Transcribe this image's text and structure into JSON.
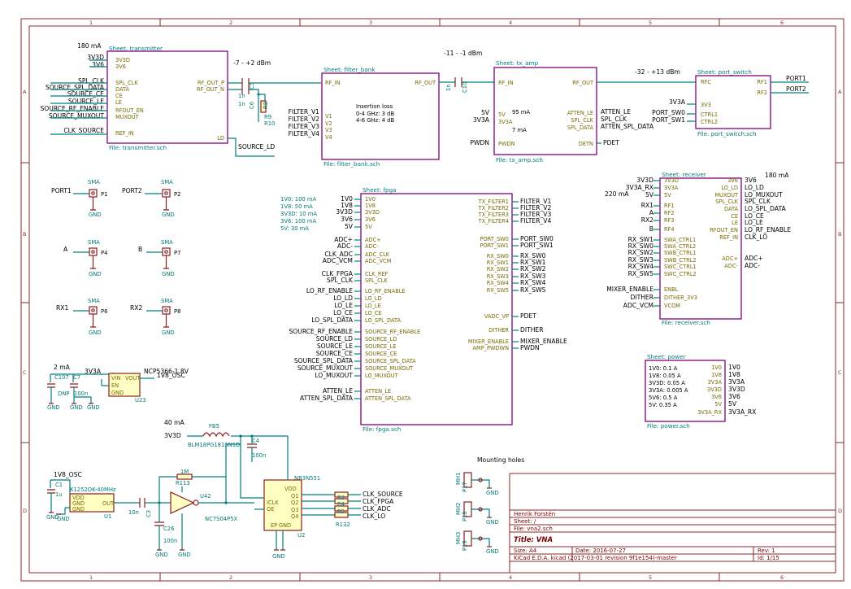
{
  "sheets": {
    "transmitter": {
      "title": "Sheet: transmitter",
      "file": "File: transmitter.sch",
      "current": "180 mA",
      "pins": [
        "3V3D",
        "3V6",
        "SPL_CLK",
        "DATA",
        "CE",
        "LE",
        "RFOUT_EN",
        "MUXOUT",
        "REF_IN",
        "RF_OUT_P",
        "RF_OUT_N",
        "LD"
      ],
      "nets": [
        "3V3D",
        "3V6",
        "SPL_CLK",
        "SOURCE_SPL_DATA",
        "SOURCE_CE",
        "SOURCE_LE",
        "SOURCE_RF_ENABLE",
        "SOURCE_MUXOUT",
        "CLK_SOURCE"
      ],
      "ld_net": "SOURCE_LD",
      "power_label": "-7 - +2 dBm"
    },
    "filter_bank": {
      "title": "Sheet: filter_bank",
      "file": "File: filter_bank.sch",
      "pins": [
        "RF_IN",
        "RF_OUT",
        "V1",
        "V2",
        "V3",
        "V4"
      ],
      "nets": [
        "FILTER_V1",
        "FILTER_V2",
        "FILTER_V3",
        "FILTER_V4"
      ],
      "loss_title": "Insertion loss",
      "loss1": "0-4 GHz: 3 dB",
      "loss2": "4-6 GHz: 4 dB"
    },
    "tx_amp": {
      "title": "Sheet: tx_amp",
      "file": "File: tx_amp.sch",
      "power_label": "-11 - -1 dBm",
      "pins": [
        "RF_IN",
        "RF_OUT",
        "5V",
        "3V3A",
        "ATTEN_LE",
        "SPL_CLK",
        "SPL_DATA",
        "PWDN",
        "DETN"
      ],
      "nets": [
        "5V",
        "3V3A",
        "ATTEN_LE",
        "SPL_CLK",
        "ATTEN_SPL_DATA",
        "PWDN",
        "PDET"
      ],
      "cur1": "95 mA",
      "cur2": "7 mA"
    },
    "port_switch": {
      "title": "Sheet: port_switch",
      "file": "File: port_switch.sch",
      "power_label": "-32 - +13 dBm",
      "pins": [
        "RFC",
        "RF1",
        "RF2",
        "3V3",
        "CTRL1",
        "CTRL2"
      ],
      "nets": [
        "PORT1",
        "PORT2",
        "3V3A",
        "PORT_SW0",
        "PORT_SW1"
      ]
    },
    "receiver": {
      "title": "Sheet: receiver",
      "file": "File: receiver.sch",
      "cur1": "180 mA",
      "cur2": "220 mA",
      "left_pins": [
        "3V3D",
        "3V3A",
        "5V",
        "RF1",
        "RF2",
        "RF3",
        "RF4",
        "SWA_CTRL1",
        "SWA_CTRL2",
        "SWB_CTRL1",
        "SWB_CTRL2",
        "SWC_CTRL1",
        "SWC_CTRL2",
        "ENBL",
        "DITHER_3V3",
        "VCOM"
      ],
      "left_nets": [
        "3V3D",
        "3V3A_RX",
        "5V",
        "RX1",
        "A",
        "RX2",
        "B",
        "RX_SW1",
        "RX_SW0",
        "RX_SW2",
        "RX_SW3",
        "RX_SW4",
        "RX_SW5",
        "MIXER_ENABLE",
        "DITHER",
        "ADC_VCM"
      ],
      "right_pins": [
        "3V6",
        "LO_LD",
        "MUXOUT",
        "SPL_CLK",
        "DATA",
        "CE",
        "LE",
        "RFOUT_EN",
        "REF_IN",
        "ADC+",
        "ADC-"
      ],
      "right_nets": [
        "3V6",
        "LO_LD",
        "LO_MUXOUT",
        "SPL_CLK",
        "LO_SPL_DATA",
        "LO_CE",
        "LO_LE",
        "LO_RF_ENABLE",
        "CLK_LO",
        "ADC+",
        "ADC-"
      ]
    },
    "fpga": {
      "title": "Sheet: fpga",
      "file": "File: fpga.sch",
      "currents": [
        "1V0: 100 mA",
        "1V8: 50 mA",
        "3V3D: 10 mA",
        "3V6: 100 mA",
        "5V: 30 mA"
      ],
      "left_pins": [
        "1V0",
        "1V8",
        "3V3D",
        "3V6",
        "5V",
        "ADC+",
        "ADC-",
        "ADC_CLK",
        "ADC_VCM",
        "CLK_REF",
        "SPL_CLK",
        "LO_RF_ENABLE",
        "LO_LD",
        "LO_LE",
        "LO_CE",
        "LO_SPL_DATA",
        "SOURCE_RF_ENABLE",
        "SOURCE_LD",
        "SOURCE_LE",
        "SOURCE_CE",
        "SOURCE_SPL_DATA",
        "SOURCE_MUXOUT",
        "LO_MUXOUT",
        "ATTEN_LE",
        "ATTEN_SPL_DATA"
      ],
      "left_nets": [
        "1V0",
        "1V8",
        "3V3D",
        "3V6",
        "5V",
        "ADC+",
        "ADC-",
        "CLK_ADC",
        "ADC_VCM",
        "CLK_FPGA",
        "SPL_CLK",
        "LO_RF_ENABLE",
        "LO_LD",
        "LO_LE",
        "LO_CE",
        "LO_SPL_DATA",
        "SOURCE_RF_ENABLE",
        "SOURCE_LD",
        "SOURCE_LE",
        "SOURCE_CE",
        "SOURCE_SPL_DATA",
        "SOURCE_MUXOUT",
        "LO_MUXOUT",
        "ATTEN_LE",
        "ATTEN_SPL_DATA"
      ],
      "right_pins": [
        "TX_FILTER1",
        "TX_FILTER2",
        "TX_FILTER3",
        "TX_FILTER4",
        "PORT_SW0",
        "PORT_SW1",
        "RX_SW0",
        "RX_SW1",
        "RX_SW2",
        "RX_SW3",
        "RX_SW4",
        "RX_SW5",
        "VADC_VP",
        "DITHER",
        "MIXER_ENABLE",
        "AMP_PWDWN"
      ],
      "right_nets": [
        "FILTER_V1",
        "FILTER_V2",
        "FILTER_V3",
        "FILTER_V4",
        "PORT_SW0",
        "PORT_SW1",
        "RX_SW0",
        "RX_SW1",
        "RX_SW2",
        "RX_SW3",
        "RX_SW4",
        "RX_SW5",
        "PDET",
        "DITHER",
        "MIXER_ENABLE",
        "PWDN"
      ]
    },
    "power": {
      "title": "Sheet: power",
      "file": "File: power.sch",
      "rails": [
        "1V0: 0.1 A",
        "1V8: 0.05 A",
        "3V3D: 0.05 A",
        "3V3A: 0.005 A",
        "5V6: 0.5 A",
        "5V: 0.35 A"
      ],
      "pins": [
        "1V0",
        "1V8",
        "3V3A",
        "3V3D",
        "3V6",
        "5V",
        "3V3A_RX"
      ],
      "nets": [
        "1V0",
        "1V8",
        "3V3A",
        "3V3D",
        "3V6",
        "5V",
        "3V3A_RX"
      ]
    }
  },
  "connectors": [
    {
      "ref": "P1",
      "value": "SMA",
      "net": "PORT1"
    },
    {
      "ref": "P2",
      "value": "SMA",
      "net": "PORT2"
    },
    {
      "ref": "P4",
      "value": "SMA",
      "net": "A"
    },
    {
      "ref": "P7",
      "value": "SMA",
      "net": "B"
    },
    {
      "ref": "P6",
      "value": "SMA",
      "net": "RX1"
    },
    {
      "ref": "P8",
      "value": "SMA",
      "net": "RX2"
    }
  ],
  "gnd": "GND",
  "regulator": {
    "ref": "U23",
    "value": "NCP5366-1.8V",
    "cur": "2 mA",
    "in": "3V3A",
    "out": "1V8_OSC",
    "pins": [
      "VIN",
      "VOUT",
      "EN",
      "GND"
    ],
    "caps": [
      "C107",
      "C7"
    ],
    "capvals": [
      "DNP",
      "100n"
    ]
  },
  "ferrite": {
    "ref": "FB5",
    "value": "BLM18PG181SN1D",
    "net": "3V3D",
    "cur": "40 mA",
    "cap": "C4",
    "capval": "100n"
  },
  "oscillator": {
    "ref": "U1",
    "value": "K1252OK-40MHz",
    "net": "1V8_OSC",
    "cap": "C1",
    "capval": "1u",
    "pins": [
      "VDD",
      "GND",
      "GND",
      "OUT"
    ]
  },
  "coupling": {
    "ref": "C3",
    "value": "10n"
  },
  "buffer": {
    "ref": "U42",
    "value": "NC7S04P5X",
    "r": "R113",
    "rval": "1M",
    "cap": "C26",
    "capval": "100n"
  },
  "clockbuf": {
    "ref": "U2",
    "value": "NB3N551",
    "pins": [
      "ICLK",
      "OE",
      "VDD",
      "Q1",
      "Q2",
      "Q3",
      "Q4",
      "GND",
      "EP"
    ],
    "rs": [
      "R3",
      "R4",
      "R5",
      "R132"
    ],
    "outs": [
      "CLK_SOURCE",
      "CLK_FPGA",
      "CLK_ADC",
      "CLK_LO"
    ]
  },
  "filter_caps": {
    "c": [
      "C5",
      "C6"
    ],
    "r": [
      "R8",
      "R9",
      "R10"
    ]
  },
  "coupling_cap": "C10",
  "mounting": {
    "title": "Mounting holes",
    "refs": [
      "MH1",
      "MH2",
      "MH3"
    ],
    "pcbs": [
      "P17",
      "P18",
      "P19"
    ]
  },
  "title_block": {
    "author": "Henrik Forstén",
    "sheet": "Sheet: /",
    "file": "File: vna2.sch",
    "title": "Title: VNA",
    "size": "Size: A4",
    "date": "Date: 2016-07-27",
    "rev": "Rev: 1",
    "tool": "KiCad E.D.A.  kicad (2017-03-01 revision 9f1e154)-master",
    "id": "Id: 1/15"
  },
  "border_cols": [
    "1",
    "2",
    "3",
    "4",
    "5",
    "6"
  ],
  "border_rows": [
    "A",
    "B",
    "C",
    "D"
  ]
}
